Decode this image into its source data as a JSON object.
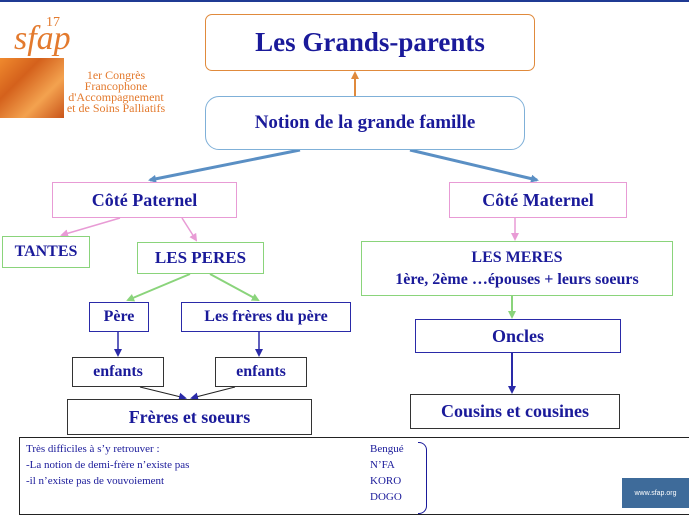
{
  "logo": {
    "brand": "sfap",
    "edition": "17",
    "line1": "1er Congrès",
    "line2": "Francophone",
    "line3": "d'Accompagnement",
    "line4": "et de Soins Palliatifs"
  },
  "title": "Les Grands-parents",
  "notion": "Notion de la grande famille",
  "paternel": "Côté Paternel",
  "maternel": "Côté Maternel",
  "tantes": "TANTES",
  "peres": "LES PERES",
  "meres": {
    "title": "LES MERES",
    "subtitle": "1ère, 2ème …épouses + leurs soeurs"
  },
  "pere": "Père",
  "freres_pere": "Les frères du père",
  "oncles": "Oncles",
  "enfants_1": "enfants",
  "enfants_2": "enfants",
  "freres_soeurs": "Frères et soeurs",
  "cousins": "Cousins et cousines",
  "notes": {
    "lines": [
      "Très difficiles à s’y retrouver :",
      "-La notion de demi-frère n’existe pas",
      "-il n’existe pas de vouvoiement"
    ],
    "words": [
      "Bengué",
      "N’FA",
      "KORO",
      "DOGO"
    ]
  },
  "website": "www.sfap.org",
  "colors": {
    "text": "#1a1a9a",
    "orange": "#e08a3c",
    "pink": "#e89bd5",
    "green": "#8ad47b",
    "blue": "#2a2aa8",
    "arrow": "#5a8fc4"
  }
}
